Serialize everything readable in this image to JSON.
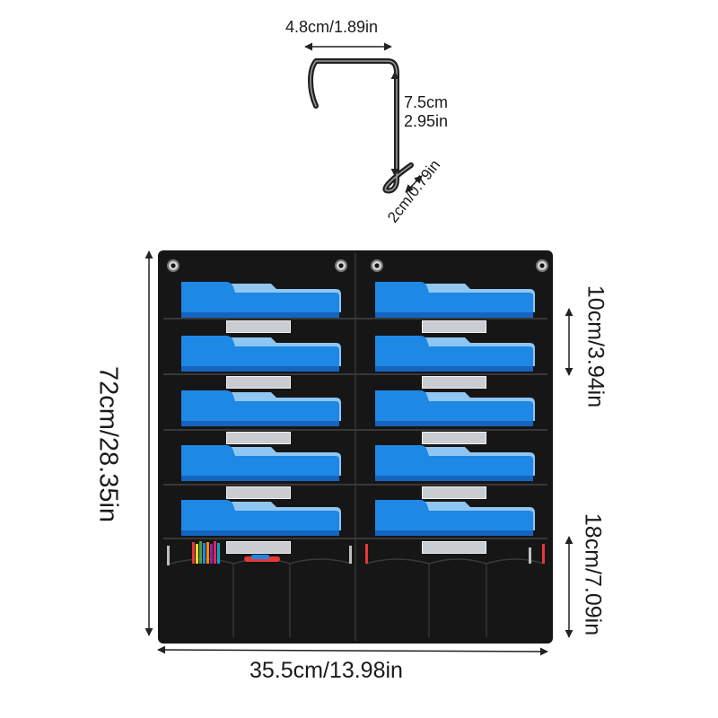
{
  "dimensions": {
    "hook_width": "4.8cm/1.89in",
    "hook_height_cm": "7.5cm",
    "hook_height_in": "2.95in",
    "hook_lip": "2cm/0.79in",
    "total_width": "35.5cm/13.98in",
    "total_height": "72cm/28.35in",
    "pocket_height": "10cm/3.94in",
    "bottom_pocket_height": "18cm/7.09in"
  },
  "colors": {
    "organizer": "#161616",
    "pocket_seam": "#2e2e2e",
    "folder_front": "#1e88e5",
    "folder_back": "#8fc6f2",
    "label": "#c9ccd0",
    "hook": "#222222"
  },
  "organizer": {
    "file_pockets_per_column": 5,
    "columns": 2,
    "bottom_storage_pockets": 6
  }
}
